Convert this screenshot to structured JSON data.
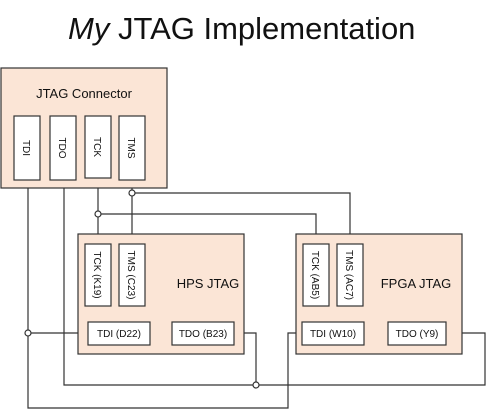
{
  "title": {
    "italic": "My",
    "rest": " JTAG Implementation"
  },
  "connector": {
    "label": "JTAG Connector",
    "pins": [
      "TDI",
      "TDO",
      "TCK",
      "TMS"
    ]
  },
  "hps": {
    "label": "HPS JTAG",
    "pins": {
      "tck": "TCK (K19)",
      "tms": "TMS (C23)",
      "tdi": "TDI (D22)",
      "tdo": "TDO (B23)"
    }
  },
  "fpga": {
    "label": "FPGA JTAG",
    "pins": {
      "tck": "TCK (AB5)",
      "tms": "TMS (AC7)",
      "tdi": "TDI (W10)",
      "tdo": "TDO (Y9)"
    }
  },
  "colors": {
    "block_fill": "#fbe5d6",
    "stroke": "#333333",
    "pin_fill": "#ffffff"
  }
}
